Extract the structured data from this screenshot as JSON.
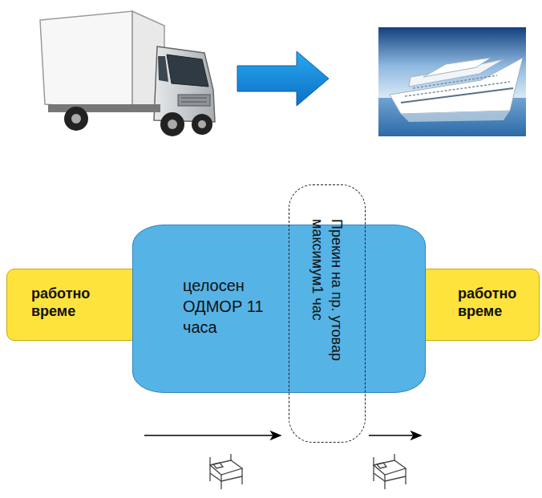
{
  "diagram": {
    "nodes": [
      {
        "text": [
          "работно време"
        ]
      },
      {
        "text": [
          "целосен ОДМОР 11 часа"
        ]
      },
      {
        "text": [
          "Прекин на пр. утовар максимум1 час"
        ]
      },
      {
        "text": [
          "работно време"
        ]
      }
    ]
  }
}
